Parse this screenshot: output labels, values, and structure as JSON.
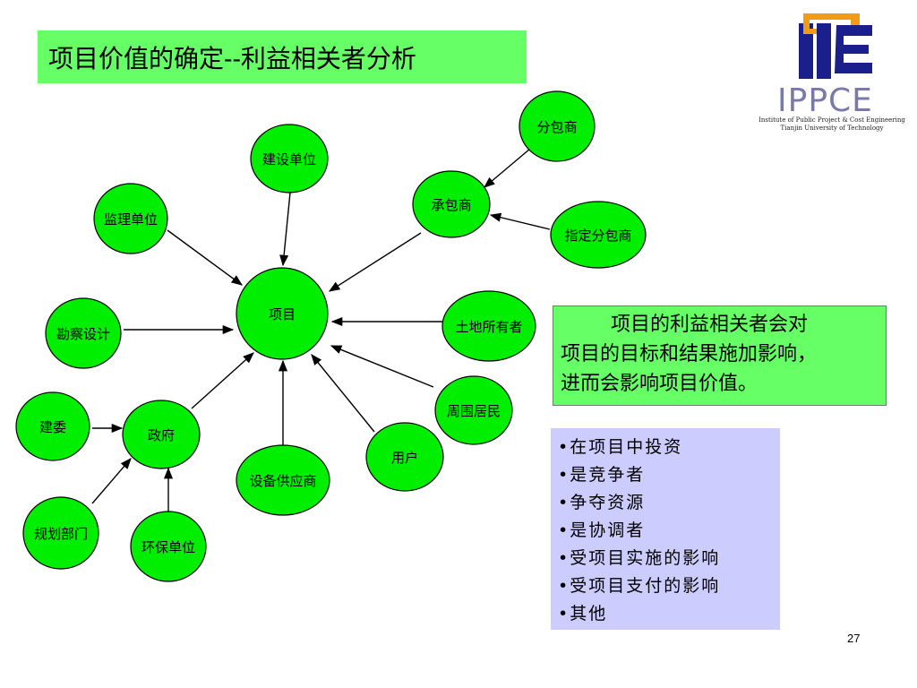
{
  "title": "项目价值的确定--利益相关者分析",
  "logo": {
    "word": "IPPCE",
    "line1": "Institute of Public Project & Cost Engineering",
    "line2": "Tianjin University of Technology"
  },
  "nodes": {
    "project": "项目",
    "subcontractor": "分包商",
    "construction_unit": "建设单位",
    "contractor": "承包商",
    "supervision_unit": "监理单位",
    "designated_subcontractor": "指定分包商",
    "survey_design": "勘察设计",
    "landowner": "土地所有者",
    "residents": "周围居民",
    "construction_committee": "建委",
    "government": "政府",
    "users": "用户",
    "equipment_supplier": "设备供应商",
    "planning_dept": "规划部门",
    "env_protection": "环保单位"
  },
  "description": {
    "line1": "项目的利益相关者会对",
    "line2": "项目的目标和结果施加影响，",
    "line3": "进而会影响项目价值。"
  },
  "bullets": [
    "•在项目中投资",
    "•是竞争者",
    "•争夺资源",
    "•是协调者",
    "•受项目实施的影响",
    "•受项目支付的影响",
    "•其他"
  ],
  "page_number": "27",
  "colors": {
    "node_fill": "#00ee00",
    "title_bg": "#66ff66",
    "list_bg": "#ccccff"
  }
}
